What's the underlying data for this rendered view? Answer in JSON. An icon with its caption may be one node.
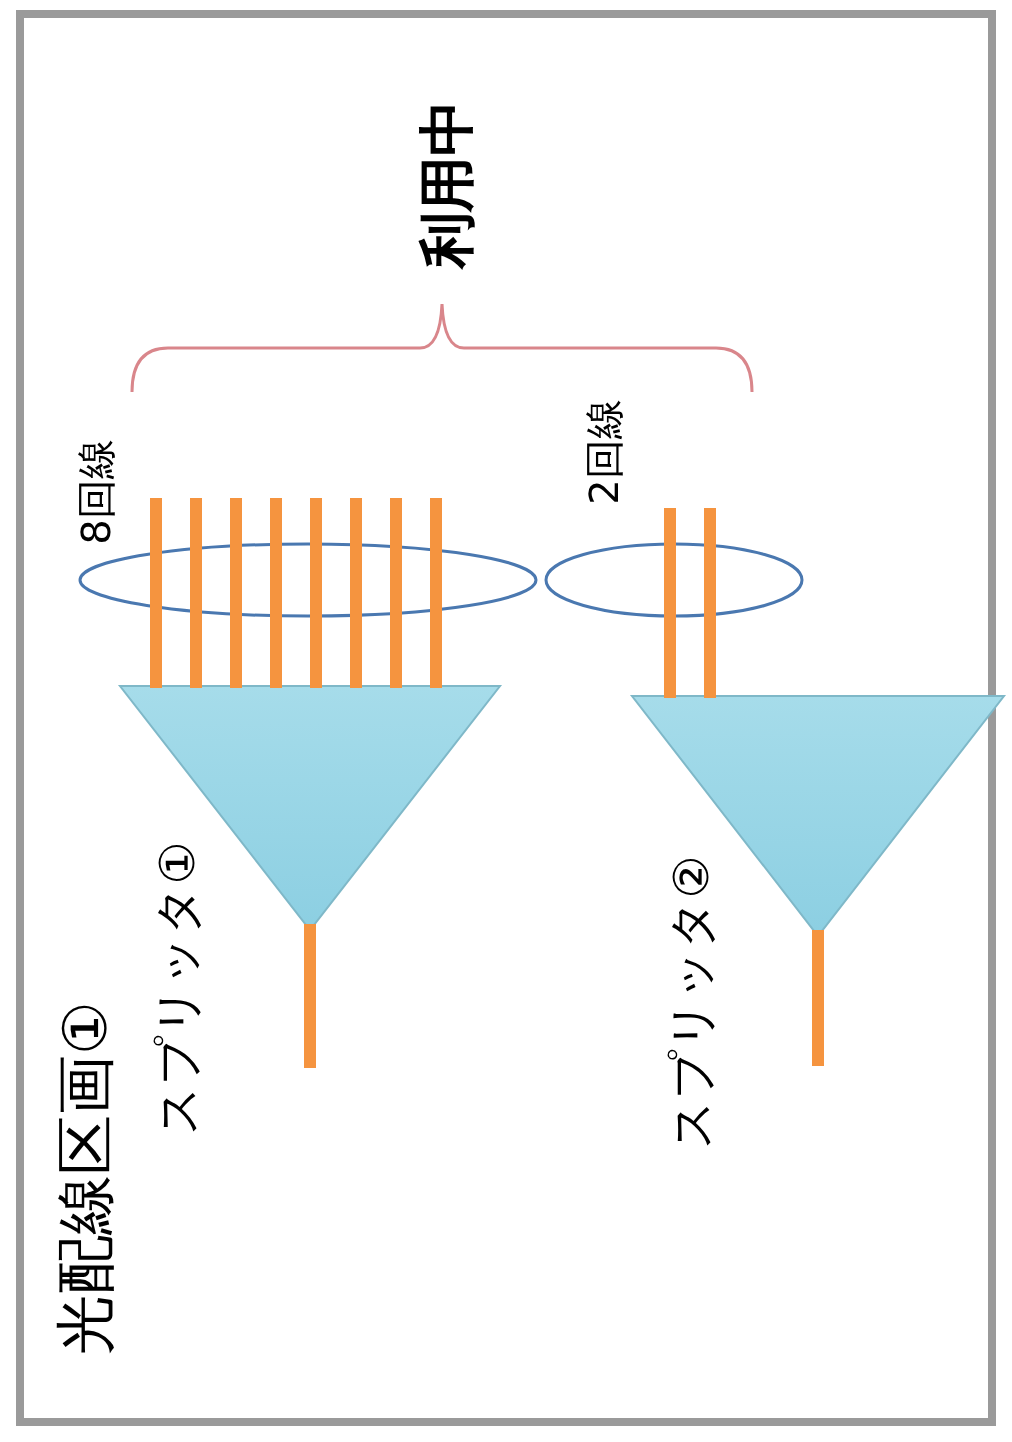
{
  "diagram": {
    "nodes": [
      {
        "text": [
          "光配線区画①"
        ]
      },
      {
        "text": [],
        "shape": "triangle",
        "beside": [
          "スプリッタ①"
        ],
        "in": 0
      },
      {
        "text": [],
        "shape": "triangle",
        "beside": [
          "スプリッタ②"
        ],
        "in": 0
      }
    ],
    "edges": [],
    "labels": [
      "利用中",
      "8回線",
      "2回線"
    ]
  }
}
